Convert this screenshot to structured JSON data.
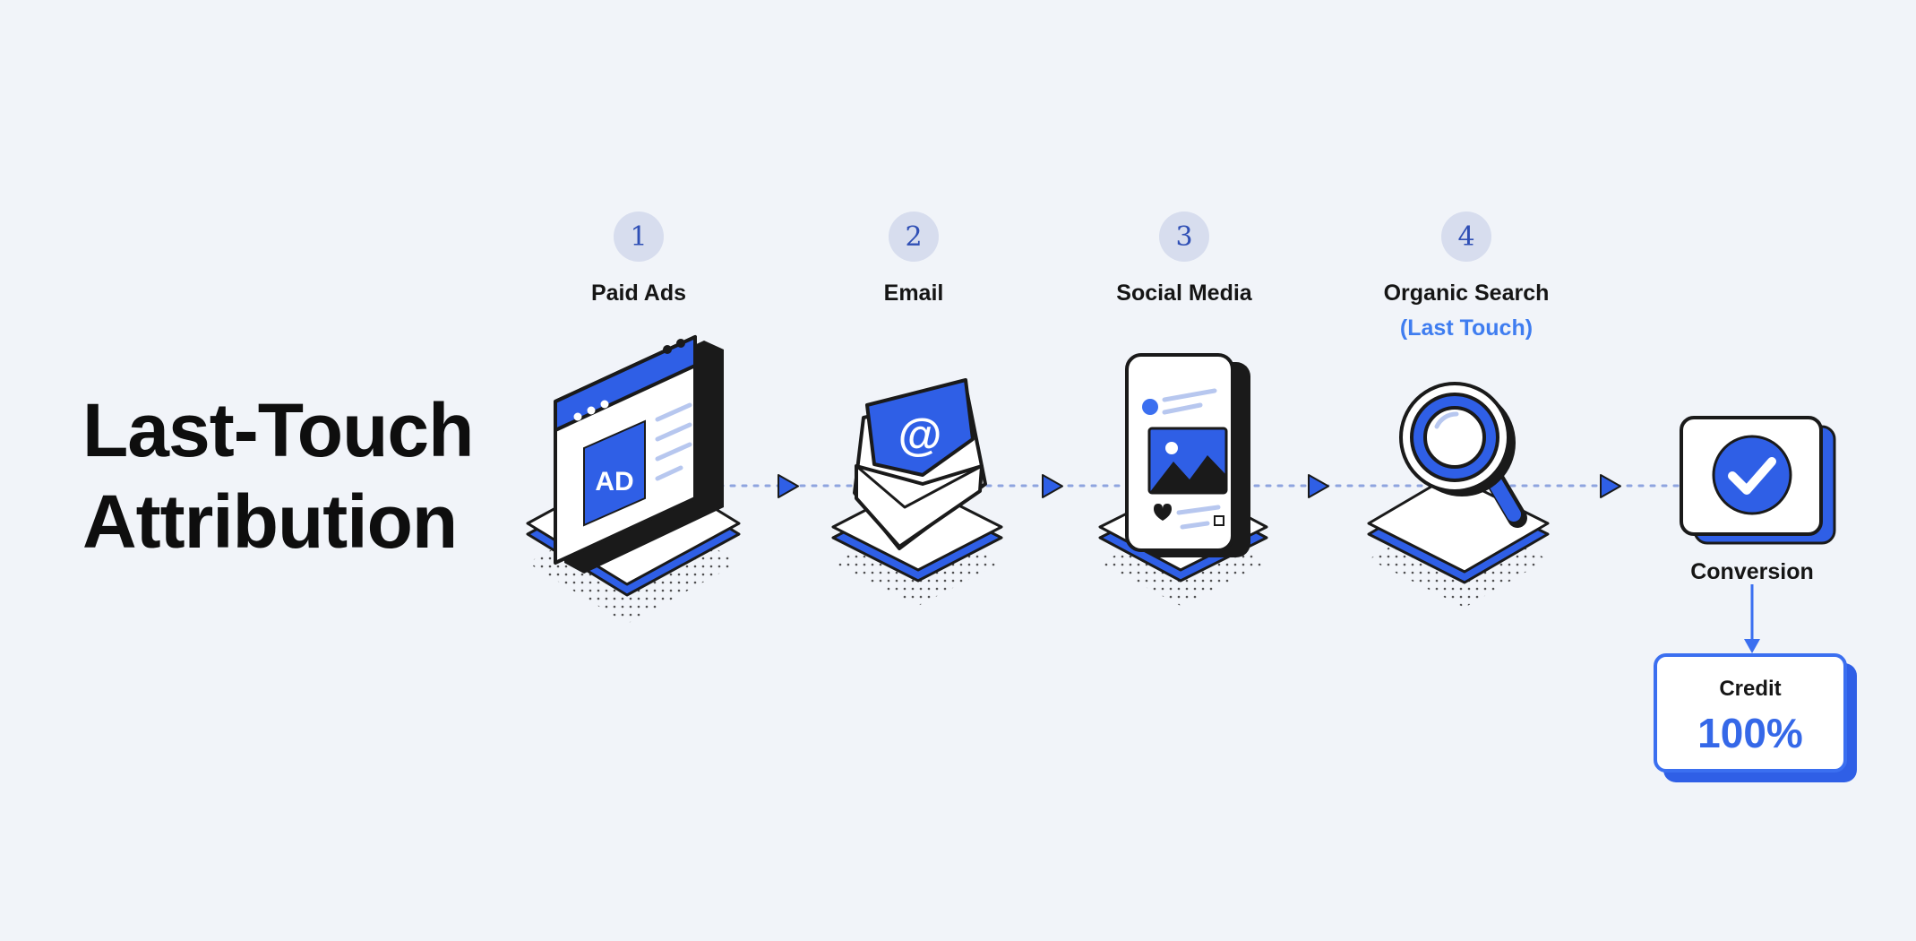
{
  "title": {
    "line1": "Last-Touch",
    "line2": "Attribution"
  },
  "steps": [
    {
      "number": "1",
      "label": "Paid Ads",
      "sublabel": "",
      "icon": "ad-browser-icon",
      "icon_text": "AD"
    },
    {
      "number": "2",
      "label": "Email",
      "sublabel": "",
      "icon": "email-envelope-icon",
      "icon_text": "@"
    },
    {
      "number": "3",
      "label": "Social Media",
      "sublabel": "",
      "icon": "social-post-phone-icon",
      "icon_text": ""
    },
    {
      "number": "4",
      "label": "Organic Search",
      "sublabel": "(Last Touch)",
      "icon": "magnifier-icon",
      "icon_text": ""
    }
  ],
  "conversion": {
    "label": "Conversion",
    "icon": "checkmark-icon"
  },
  "credit": {
    "label": "Credit",
    "value": "100%"
  },
  "colors": {
    "background": "#f1f4f9",
    "accent": "#3b6ff0",
    "accent_dark": "#2f5fe6",
    "badge": "#d7ddee",
    "highlight_text": "#3f7df0",
    "ink": "#111111"
  }
}
